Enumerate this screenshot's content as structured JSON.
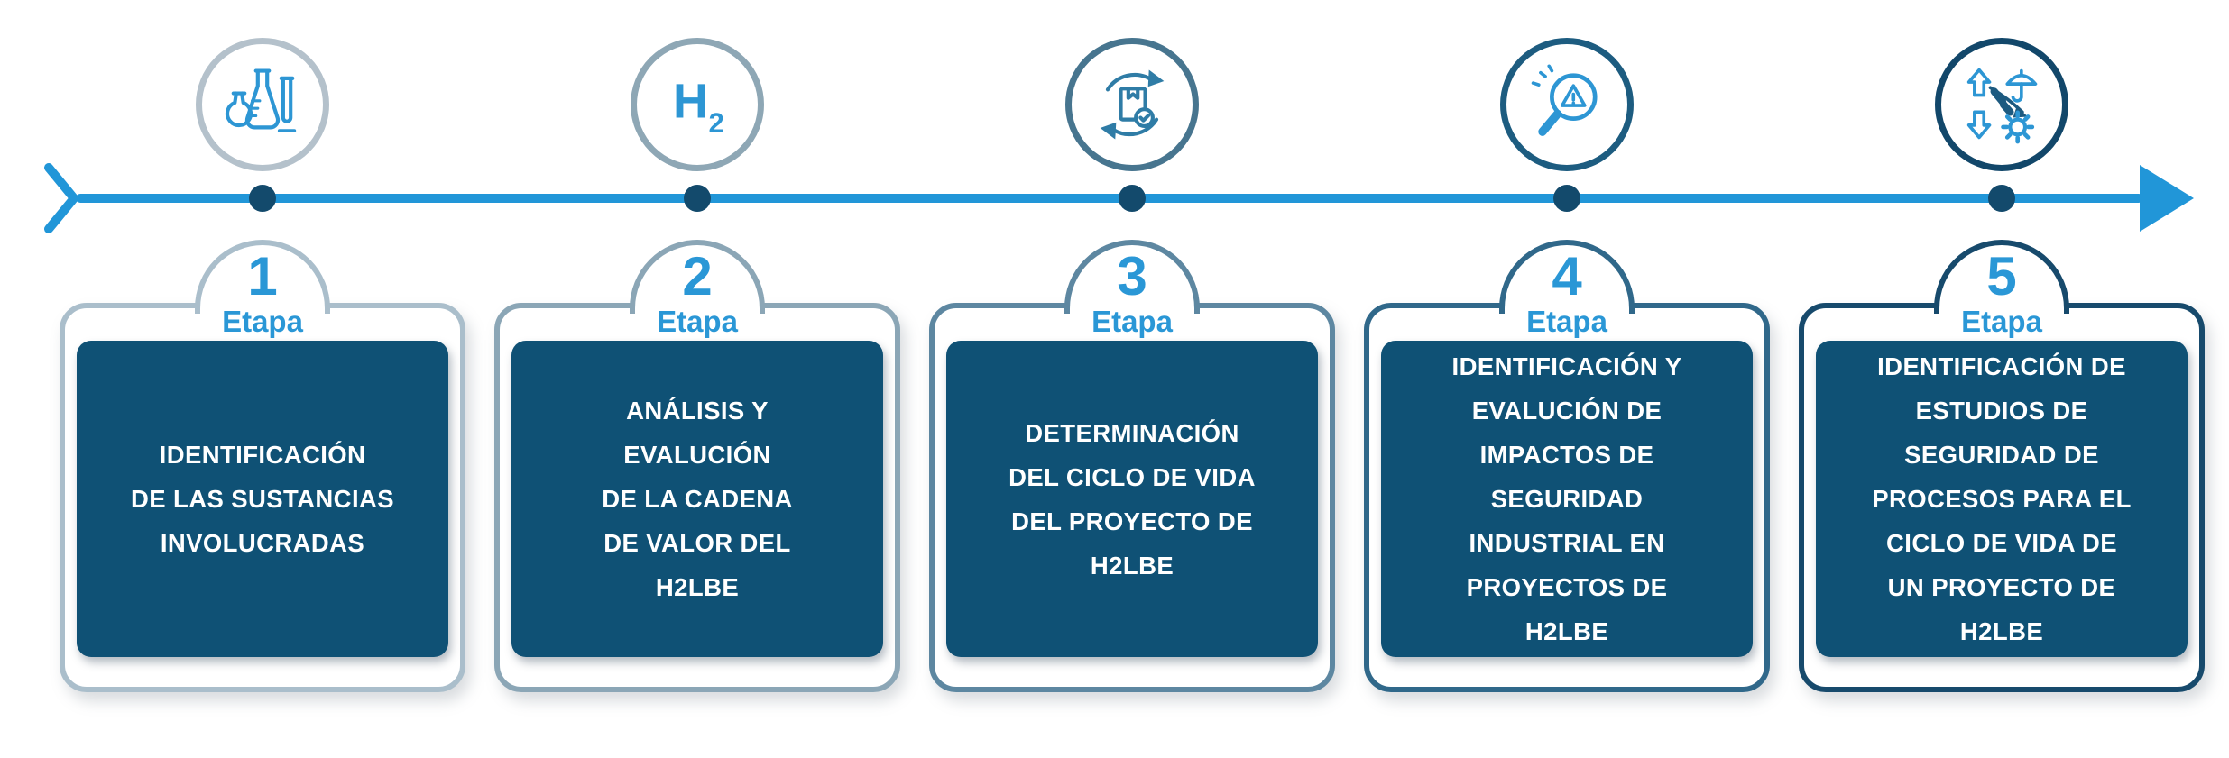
{
  "colors": {
    "accent_blue": "#2a97d6",
    "line_blue": "#2196d8",
    "dot_navy": "#134a6c",
    "panel_blue": "#0f5175",
    "text_white": "#ffffff"
  },
  "timeline": {
    "start_marker": "chevron-right-icon",
    "end_marker": "arrowhead-right-icon"
  },
  "stages": [
    {
      "number": "1",
      "label": "Etapa",
      "icon": "lab-flasks-icon",
      "text": "IDENTIFICACIÓN\nDE LAS SUSTANCIAS\nINVOLUCRADAS",
      "frame_color": "#aabecb",
      "circle_color": "#b4c1cb",
      "icon_color": "#2d96d4"
    },
    {
      "number": "2",
      "label": "Etapa",
      "icon": "h2-molecule-icon",
      "text": "ANÁLISIS Y\nEVALUCIÓN\nDE LA CADENA\nDE VALOR DEL\nH2LBE",
      "frame_color": "#8ba6b6",
      "circle_color": "#8ea7b5",
      "icon_color": "#2d96d4"
    },
    {
      "number": "3",
      "label": "Etapa",
      "icon": "package-lifecycle-icon",
      "text": "DETERMINACIÓN\nDEL CICLO DE VIDA\nDEL PROYECTO DE\nH2LBE",
      "frame_color": "#5d87a1",
      "circle_color": "#47758f",
      "icon_color": "#2f7ca6"
    },
    {
      "number": "4",
      "label": "Etapa",
      "icon": "magnifier-warning-icon",
      "text": "IDENTIFICACIÓN Y\nEVALUCIÓN DE\nIMPACTOS DE\nSEGURIDAD\nINDUSTRIAL EN\nPROYECTOS DE\nH2LBE",
      "frame_color": "#30688a",
      "circle_color": "#1d5c80",
      "icon_color": "#2d96d4"
    },
    {
      "number": "5",
      "label": "Etapa",
      "icon": "risk-management-icon",
      "text": "IDENTIFICACIÓN DE\nESTUDIOS DE\nSEGURIDAD DE\nPROCESOS PARA EL\nCICLO DE VIDA DE\nUN PROYECTO DE\nH2LBE",
      "frame_color": "#174a6c",
      "circle_color": "#12476a",
      "icon_color": "#2d96d4"
    }
  ]
}
